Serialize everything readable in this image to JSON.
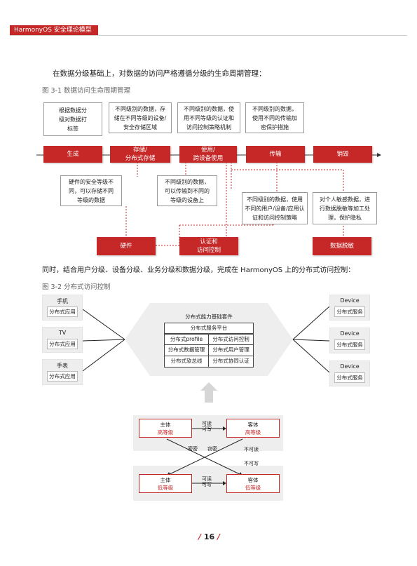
{
  "header": {
    "title": "HarmonyOS 安全理论模型"
  },
  "para1": "在数据分级基础上，对数据的访问严格遵循分级的生命周期管理：",
  "fig1": {
    "caption": "图 3-1 数据访问生命周期管理",
    "stages": [
      "生成",
      "存储/\n分布式存储",
      "使用/\n跨设备使用",
      "传输",
      "销毁"
    ],
    "top_notes": [
      "根据数据分\n级对数据打\n标签",
      "不同级别的数据，存\n储在不同等级的设备/\n安全存储区域",
      "不同级别的数据，使\n用不同等级的认证和\n访问控制策略机制",
      "不同级别的数据，\n使用不同的传输加\n密保护措施"
    ],
    "mid_notes": [
      "硬件的安全等级不\n同，可以存储不同\n等级的数据",
      "不同级别的数据，\n可以传输到不同的\n等级的设备上",
      "不同级别的数据，使用\n不同的用户/设备/应用认\n证和访问控制策略",
      "对个人敏感数据，进\n行数据脱敏等加工处\n理，保护隐私"
    ],
    "bottom_boxes": [
      "硬件",
      "认证和\n访问控制",
      "数据脱敏"
    ]
  },
  "para2": "同时，结合用户分级、设备分级、业务分级和数据分级，完成在 HarmonyOS 上的分布式访问控制：",
  "fig2": {
    "caption": "图 3-2 分布式访问控制",
    "left_devices": [
      {
        "name": "手机",
        "service": "分布式应用"
      },
      {
        "name": "TV",
        "service": "分布式应用"
      },
      {
        "name": "手表",
        "service": "分布式应用"
      }
    ],
    "right_devices": [
      {
        "name": "Device",
        "service": "分布式服务"
      },
      {
        "name": "Device",
        "service": "分布式服务"
      },
      {
        "name": "Device",
        "service": "分布式服务"
      }
    ],
    "center": {
      "title": "分布式能力基础套件",
      "platform": "分布式服务平台",
      "cells": [
        "分布式profile",
        "分布式访问控制",
        "分布式数据管理",
        "分布式用户管理",
        "分布式软总线",
        "分布式协同认证"
      ]
    },
    "model": {
      "subject_high": {
        "name": "主体",
        "level": "高等级"
      },
      "object_high": {
        "name": "客体",
        "level": "高等级"
      },
      "subject_low": {
        "name": "主体",
        "level": "低等级"
      },
      "object_low": {
        "name": "客体",
        "level": "低等级"
      },
      "rw": "可读\n可写",
      "cross_left": "密密",
      "cross_mid": "窃密",
      "no_read": "不可读",
      "no_write": "不可写"
    }
  },
  "footer": {
    "page_number": "16",
    "slash": "/"
  },
  "colors": {
    "accent": "#c62828"
  }
}
